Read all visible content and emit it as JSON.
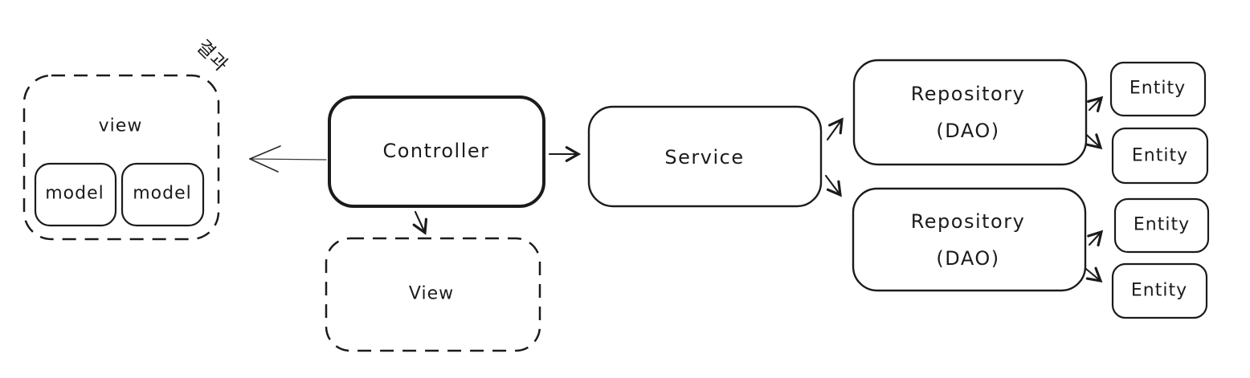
{
  "canvas": {
    "background": "#ffffff",
    "ink_color": "#1b1b1b"
  },
  "annotation": {
    "result_label": "결과"
  },
  "nodes": {
    "result_group": {
      "label": "view"
    },
    "model_a": {
      "label": "model"
    },
    "model_b": {
      "label": "model"
    },
    "controller": {
      "label": "Controller"
    },
    "view": {
      "label": "View"
    },
    "service": {
      "label": "Service"
    },
    "repository_top": {
      "title": "Repository",
      "subtitle": "(DAO)"
    },
    "repository_bottom": {
      "title": "Repository",
      "subtitle": "(DAO)"
    },
    "entity_top_1": {
      "label": "Entity"
    },
    "entity_top_2": {
      "label": "Entity"
    },
    "entity_bottom_1": {
      "label": "Entity"
    },
    "entity_bottom_2": {
      "label": "Entity"
    }
  },
  "edges": [
    {
      "from": "controller",
      "to": "result_group",
      "style": "thin-open-arrow"
    },
    {
      "from": "controller",
      "to": "service"
    },
    {
      "from": "controller",
      "to": "view"
    },
    {
      "from": "service",
      "to": "repository_top"
    },
    {
      "from": "service",
      "to": "repository_bottom"
    },
    {
      "from": "repository_top",
      "to": "entity_top_1"
    },
    {
      "from": "repository_top",
      "to": "entity_top_2"
    },
    {
      "from": "repository_bottom",
      "to": "entity_bottom_1"
    },
    {
      "from": "repository_bottom",
      "to": "entity_bottom_2"
    }
  ]
}
